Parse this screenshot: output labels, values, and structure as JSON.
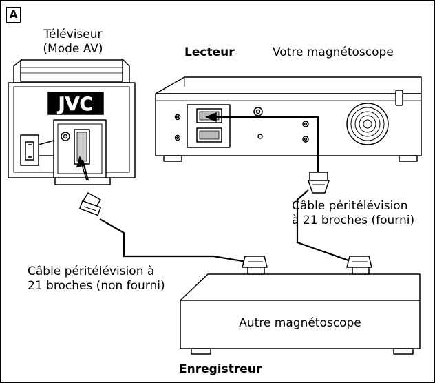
{
  "figure": {
    "badge": "A",
    "tv": {
      "line1": "Téléviseur",
      "line2": "(Mode AV)",
      "logo": "JVC"
    },
    "player": {
      "role": "Lecteur",
      "name": "Votre magnétoscope"
    },
    "recorder": {
      "name": "Autre magnétoscope",
      "role": "Enregistreur"
    },
    "cable_supplied": {
      "line1": "Câble péritélévision",
      "line2": "à 21 broches (fourni)"
    },
    "cable_not_supplied": {
      "line1": "Câble péritélévision à",
      "line2": "21 broches (non fourni)"
    }
  }
}
